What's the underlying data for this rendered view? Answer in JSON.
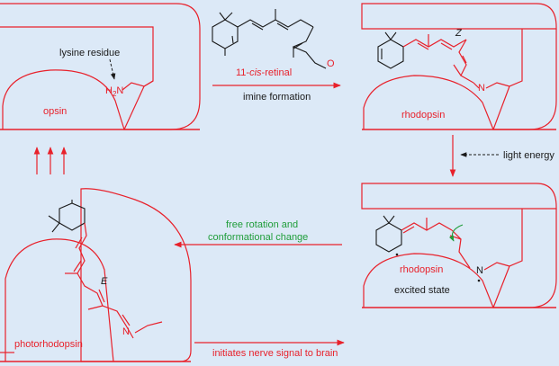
{
  "colors": {
    "background": "#dce9f7",
    "protein": "#e8212b",
    "text": "#1a1a1a",
    "green": "#1f9d3a"
  },
  "labels": {
    "lysine_residue": "lysine residue",
    "h2n": "H",
    "h2n_sub": "2",
    "h2n_n": "N",
    "opsin": "opsin",
    "retinal_name_prefix": "11-",
    "retinal_name_italic": "cis",
    "retinal_name_suffix": "-retinal",
    "imine_formation": "imine formation",
    "aldehyde_o": "O",
    "rhodopsin_top": "rhodopsin",
    "z_label": "Z",
    "imine_n_top": "N",
    "light_energy": "light energy",
    "rhodopsin_excited": "rhodopsin",
    "excited_state": "excited state",
    "imine_n_excited": "N",
    "free_rotation_line1": "free rotation and",
    "free_rotation_line2": "conformational change",
    "e_label": "E",
    "imine_n_photo": "N",
    "photorhodopsin": "photorhodopsin",
    "nerve_signal": "initiates nerve signal to brain"
  }
}
